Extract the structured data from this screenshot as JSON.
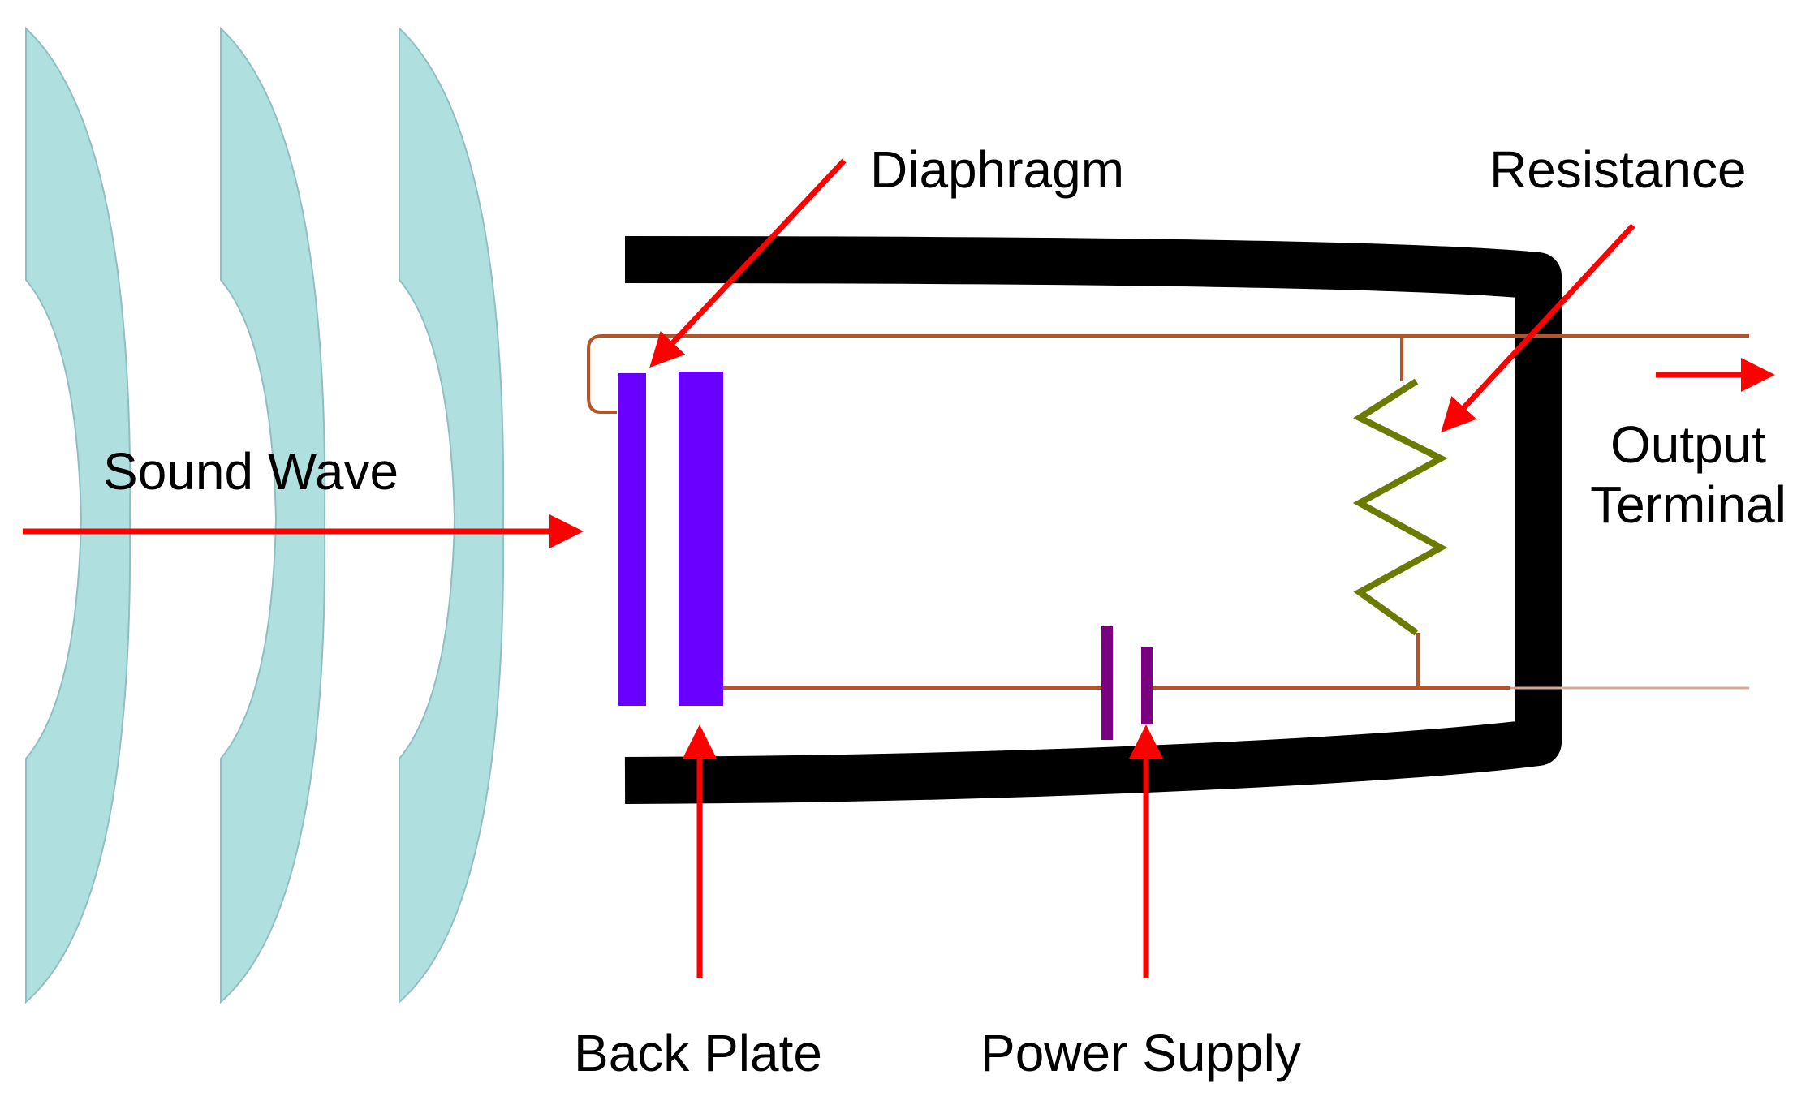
{
  "labels": {
    "sound_wave": "Sound Wave",
    "diaphragm": "Diaphragm",
    "resistance": "Resistance",
    "output_line1": "Output",
    "output_line2": "Terminal",
    "back_plate": "Back Plate",
    "power_supply": "Power Supply"
  },
  "colors": {
    "wave": "#b0dfe0",
    "arrow": "#ff0000",
    "housing": "#000000",
    "plate": "#6a00ff",
    "wire": "#b5542a",
    "resistor": "#6b7a00",
    "battery": "#7a0080"
  }
}
